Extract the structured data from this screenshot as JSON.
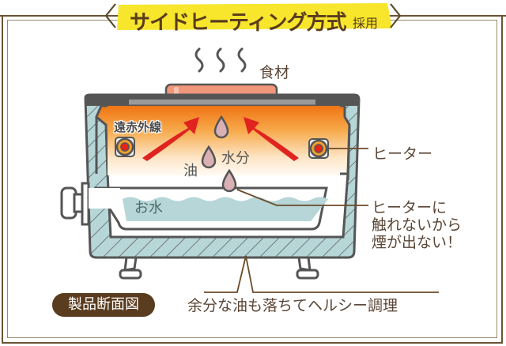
{
  "title": {
    "main": "サイドヒーティング方式",
    "suffix": "採用",
    "banner_color": "#f7e62c",
    "text_color": "#5a3c1e"
  },
  "labels": {
    "food": "食材",
    "far_infrared": "遠赤外線",
    "moisture": "水分",
    "oil": "油",
    "water_pan": "お水",
    "heater": "ヒーター",
    "note_lines": [
      "ヒーターに",
      "触れないから",
      "煙が出ない！"
    ],
    "bottom_caption": "余分な油も落ちてヘルシー調理"
  },
  "badge": {
    "label": "製品断面図",
    "color": "#5a3c1e"
  },
  "colors": {
    "frame": "#6b5434",
    "body_outline": "#555555",
    "insulation": "#b5d5d6",
    "heat_top": "#f07a1a",
    "heat_bottom": "#fffaf2",
    "arrow": "#e0231f",
    "food": "#f0967a",
    "droplet": "#d9b0b4",
    "leader_line": "#6b4a2a"
  }
}
